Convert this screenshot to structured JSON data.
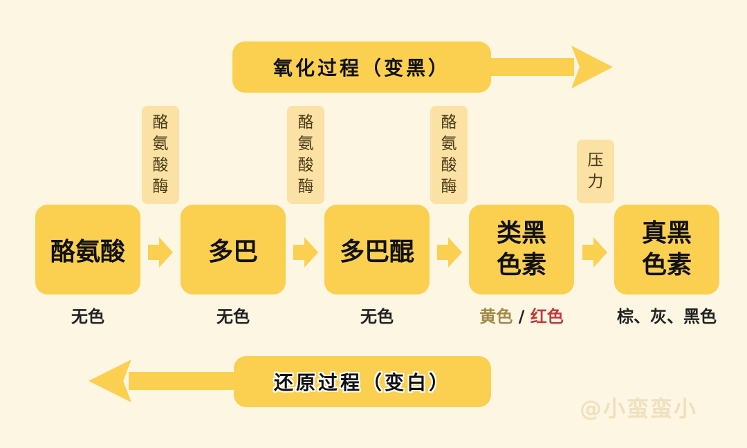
{
  "oxidation_label": "氧化过程（变黑）",
  "reduction_label": "还原过程（变白）",
  "compounds": [
    {
      "lines": [
        "酪氨酸"
      ],
      "color_text": "无色"
    },
    {
      "lines": [
        "多巴"
      ],
      "color_text": "无色"
    },
    {
      "lines": [
        "多巴醌"
      ],
      "color_text": "无色"
    },
    {
      "lines": [
        "类黑",
        "色素"
      ],
      "color_parts": [
        {
          "text": "黄色",
          "color": "#a08a4a"
        },
        {
          "text": " / ",
          "color": "#222222"
        },
        {
          "text": "红色",
          "color": "#c0393b"
        }
      ]
    },
    {
      "lines": [
        "真黑",
        "色素"
      ],
      "color_text": "棕、灰、黑色"
    }
  ],
  "enzymes": [
    {
      "chars": [
        "酪",
        "氨",
        "酸",
        "酶"
      ]
    },
    {
      "chars": [
        "酪",
        "氨",
        "酸",
        "酶"
      ]
    },
    {
      "chars": [
        "酪",
        "氨",
        "酸",
        "酶"
      ]
    },
    {
      "chars": [
        "压",
        "力"
      ]
    }
  ],
  "watermark": "@小蛮蛮小",
  "colors": {
    "background": "#fdf6e3",
    "primary_box": "#fbcf50",
    "enzyme_box": "#fbe2a4",
    "arrow": "#fbcf50",
    "yellow_text": "#a08a4a",
    "red_text": "#c0393b"
  }
}
